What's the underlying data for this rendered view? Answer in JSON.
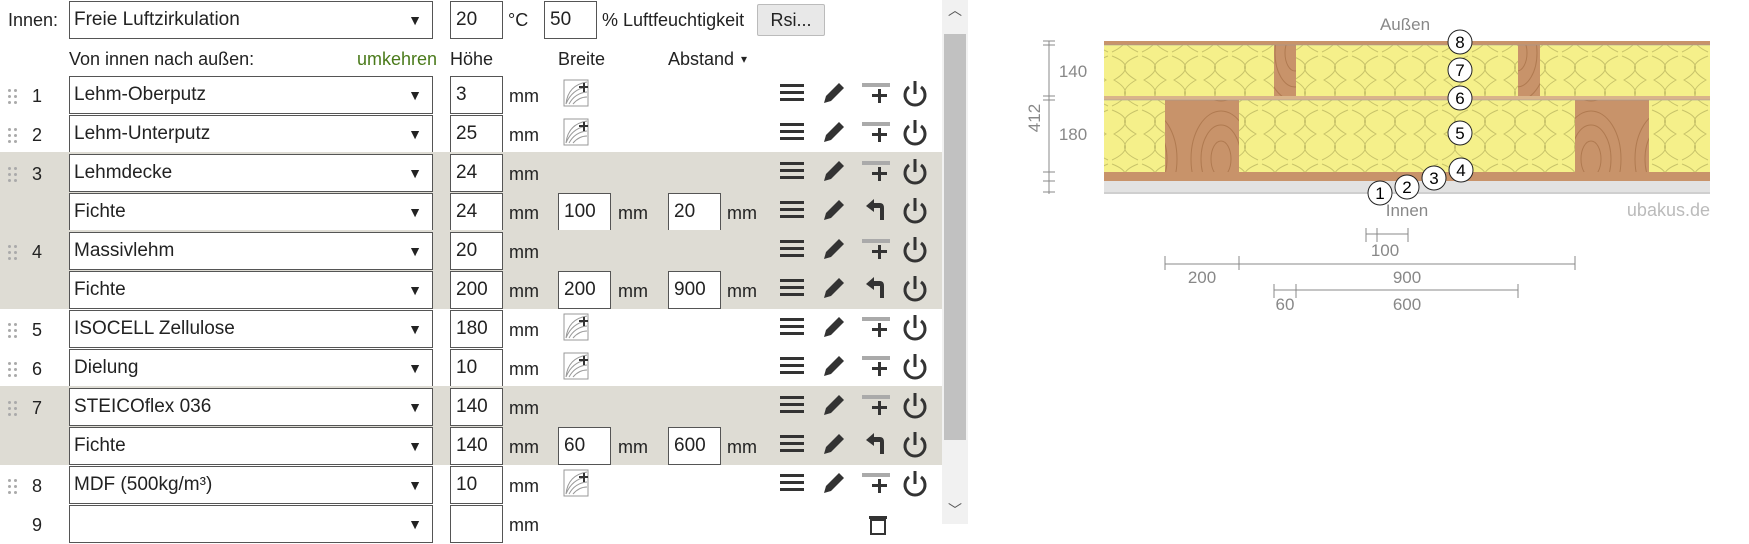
{
  "header": {
    "inside_label": "Innen:",
    "inside_select": "Freie Luftzirkulation",
    "temp": "20",
    "temp_unit": "°C",
    "humidity": "50",
    "humidity_unit": "% Luftfeuchtigkeit",
    "rsi_button": "Rsi..."
  },
  "columns": {
    "direction": "Von innen nach außen:",
    "reverse": "umkehren",
    "height": "Höhe",
    "width": "Breite",
    "spacing": "Abstand",
    "spacing_arrow": "▾"
  },
  "unit": "mm",
  "layers": [
    {
      "num": "1",
      "material": "Lehm-Oberputz",
      "height": "3"
    },
    {
      "num": "2",
      "material": "Lehm-Unterputz",
      "height": "25"
    },
    {
      "num": "3",
      "material": "Lehmdecke",
      "height": "24",
      "sub": {
        "material": "Fichte",
        "height": "24",
        "width": "100",
        "spacing": "20"
      }
    },
    {
      "num": "4",
      "material": "Massivlehm",
      "height": "20",
      "sub": {
        "material": "Fichte",
        "height": "200",
        "width": "200",
        "spacing": "900"
      }
    },
    {
      "num": "5",
      "material": "ISOCELL Zellulose",
      "height": "180"
    },
    {
      "num": "6",
      "material": "Dielung",
      "height": "10"
    },
    {
      "num": "7",
      "material": "STEICOflex 036",
      "height": "140",
      "sub": {
        "material": "Fichte",
        "height": "140",
        "width": "60",
        "spacing": "600"
      }
    },
    {
      "num": "8",
      "material": "MDF (500kg/m³)",
      "height": "10"
    },
    {
      "num": "9",
      "material": "",
      "height": ""
    }
  ],
  "diagram": {
    "outside_label": "Außen",
    "inside_label": "Innen",
    "watermark": "ubakus.de",
    "total": "412",
    "dims_left": [
      "140",
      "180"
    ],
    "layer_markers": [
      "1",
      "2",
      "3",
      "4",
      "5",
      "6",
      "7",
      "8"
    ],
    "dims_bottom": [
      "100",
      "200",
      "900",
      "60",
      "600"
    ]
  },
  "colors": {
    "band": "#dedcd4",
    "link": "#4a7a1a",
    "insulation": "#f5f08a",
    "wood": "#c8936a",
    "dim": "#888888"
  }
}
